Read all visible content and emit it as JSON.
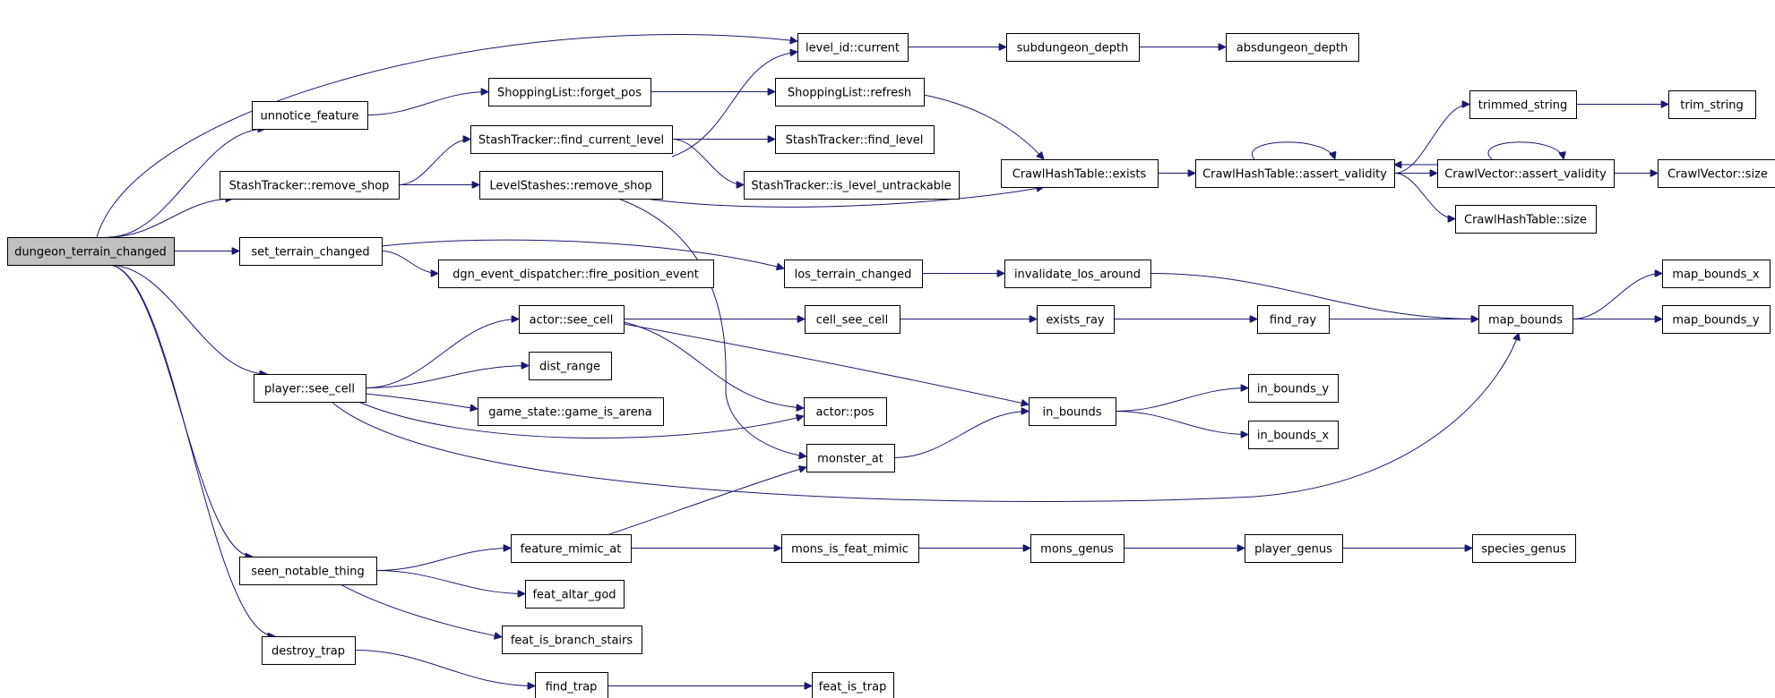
{
  "graph": {
    "edge_color": "#191970",
    "root_fill": "#bfbfbf",
    "nodes": [
      {
        "id": "dungeon_terrain_changed",
        "label": "dungeon_terrain_changed",
        "root": true
      },
      {
        "id": "level_id_current",
        "label": "level_id::current"
      },
      {
        "id": "subdungeon_depth",
        "label": "subdungeon_depth"
      },
      {
        "id": "absdungeon_depth",
        "label": "absdungeon_depth"
      },
      {
        "id": "unnotice_feature",
        "label": "unnotice_feature"
      },
      {
        "id": "sl_forget_pos",
        "label": "ShoppingList::forget_pos"
      },
      {
        "id": "sl_refresh",
        "label": "ShoppingList::refresh"
      },
      {
        "id": "st_find_current_level",
        "label": "StashTracker::find_current_level"
      },
      {
        "id": "st_find_level",
        "label": "StashTracker::find_level"
      },
      {
        "id": "st_is_level_untrackable",
        "label": "StashTracker::is_level_untrackable"
      },
      {
        "id": "st_remove_shop",
        "label": "StashTracker::remove_shop"
      },
      {
        "id": "ls_remove_shop",
        "label": "LevelStashes::remove_shop"
      },
      {
        "id": "cht_exists",
        "label": "CrawlHashTable::exists"
      },
      {
        "id": "cht_assert_validity",
        "label": "CrawlHashTable::assert_validity"
      },
      {
        "id": "trimmed_string",
        "label": "trimmed_string"
      },
      {
        "id": "trim_string",
        "label": "trim_string"
      },
      {
        "id": "cv_assert_validity",
        "label": "CrawlVector::assert_validity"
      },
      {
        "id": "cv_size",
        "label": "CrawlVector::size"
      },
      {
        "id": "cht_size",
        "label": "CrawlHashTable::size"
      },
      {
        "id": "set_terrain_changed",
        "label": "set_terrain_changed"
      },
      {
        "id": "fire_position_event",
        "label": "dgn_event_dispatcher::fire_position_event"
      },
      {
        "id": "los_terrain_changed",
        "label": "los_terrain_changed"
      },
      {
        "id": "invalidate_los_around",
        "label": "invalidate_los_around"
      },
      {
        "id": "map_bounds",
        "label": "map_bounds"
      },
      {
        "id": "map_bounds_x",
        "label": "map_bounds_x"
      },
      {
        "id": "map_bounds_y",
        "label": "map_bounds_y"
      },
      {
        "id": "actor_see_cell",
        "label": "actor::see_cell"
      },
      {
        "id": "cell_see_cell",
        "label": "cell_see_cell"
      },
      {
        "id": "exists_ray",
        "label": "exists_ray"
      },
      {
        "id": "find_ray",
        "label": "find_ray"
      },
      {
        "id": "dist_range",
        "label": "dist_range"
      },
      {
        "id": "player_see_cell",
        "label": "player::see_cell"
      },
      {
        "id": "game_is_arena",
        "label": "game_state::game_is_arena"
      },
      {
        "id": "actor_pos",
        "label": "actor::pos"
      },
      {
        "id": "in_bounds",
        "label": "in_bounds"
      },
      {
        "id": "in_bounds_y",
        "label": "in_bounds_y"
      },
      {
        "id": "in_bounds_x",
        "label": "in_bounds_x"
      },
      {
        "id": "monster_at",
        "label": "monster_at"
      },
      {
        "id": "feature_mimic_at",
        "label": "feature_mimic_at"
      },
      {
        "id": "mons_is_feat_mimic",
        "label": "mons_is_feat_mimic"
      },
      {
        "id": "mons_genus",
        "label": "mons_genus"
      },
      {
        "id": "player_genus",
        "label": "player_genus"
      },
      {
        "id": "species_genus",
        "label": "species_genus"
      },
      {
        "id": "seen_notable_thing",
        "label": "seen_notable_thing"
      },
      {
        "id": "feat_altar_god",
        "label": "feat_altar_god"
      },
      {
        "id": "feat_is_branch_stairs",
        "label": "feat_is_branch_stairs"
      },
      {
        "id": "destroy_trap",
        "label": "destroy_trap"
      },
      {
        "id": "find_trap",
        "label": "find_trap"
      },
      {
        "id": "feat_is_trap",
        "label": "feat_is_trap"
      }
    ],
    "edges": [
      [
        "dungeon_terrain_changed",
        "level_id_current"
      ],
      [
        "dungeon_terrain_changed",
        "unnotice_feature"
      ],
      [
        "dungeon_terrain_changed",
        "st_remove_shop"
      ],
      [
        "dungeon_terrain_changed",
        "set_terrain_changed"
      ],
      [
        "dungeon_terrain_changed",
        "player_see_cell"
      ],
      [
        "dungeon_terrain_changed",
        "seen_notable_thing"
      ],
      [
        "dungeon_terrain_changed",
        "destroy_trap"
      ],
      [
        "level_id_current",
        "subdungeon_depth"
      ],
      [
        "subdungeon_depth",
        "absdungeon_depth"
      ],
      [
        "unnotice_feature",
        "sl_forget_pos"
      ],
      [
        "sl_forget_pos",
        "sl_refresh"
      ],
      [
        "sl_refresh",
        "cht_exists"
      ],
      [
        "st_remove_shop",
        "st_find_current_level"
      ],
      [
        "st_remove_shop",
        "ls_remove_shop"
      ],
      [
        "st_find_current_level",
        "level_id_current"
      ],
      [
        "st_find_current_level",
        "st_find_level"
      ],
      [
        "st_find_current_level",
        "st_is_level_untrackable"
      ],
      [
        "ls_remove_shop",
        "cht_exists"
      ],
      [
        "ls_remove_shop",
        "monster_at"
      ],
      [
        "cht_exists",
        "cht_assert_validity"
      ],
      [
        "cht_assert_validity",
        "cht_assert_validity"
      ],
      [
        "cht_assert_validity",
        "trimmed_string"
      ],
      [
        "cht_assert_validity",
        "cv_assert_validity"
      ],
      [
        "cht_assert_validity",
        "cht_size"
      ],
      [
        "trimmed_string",
        "trim_string"
      ],
      [
        "cv_assert_validity",
        "cv_assert_validity"
      ],
      [
        "cv_assert_validity",
        "cht_assert_validity"
      ],
      [
        "cv_assert_validity",
        "cv_size"
      ],
      [
        "set_terrain_changed",
        "fire_position_event"
      ],
      [
        "set_terrain_changed",
        "los_terrain_changed"
      ],
      [
        "los_terrain_changed",
        "invalidate_los_around"
      ],
      [
        "invalidate_los_around",
        "map_bounds"
      ],
      [
        "map_bounds",
        "map_bounds_x"
      ],
      [
        "map_bounds",
        "map_bounds_y"
      ],
      [
        "player_see_cell",
        "actor_see_cell"
      ],
      [
        "player_see_cell",
        "dist_range"
      ],
      [
        "player_see_cell",
        "game_is_arena"
      ],
      [
        "player_see_cell",
        "actor_pos"
      ],
      [
        "player_see_cell",
        "map_bounds"
      ],
      [
        "actor_see_cell",
        "cell_see_cell"
      ],
      [
        "actor_see_cell",
        "actor_pos"
      ],
      [
        "actor_see_cell",
        "in_bounds"
      ],
      [
        "cell_see_cell",
        "exists_ray"
      ],
      [
        "exists_ray",
        "find_ray"
      ],
      [
        "find_ray",
        "map_bounds"
      ],
      [
        "in_bounds",
        "in_bounds_y"
      ],
      [
        "in_bounds",
        "in_bounds_x"
      ],
      [
        "monster_at",
        "in_bounds"
      ],
      [
        "seen_notable_thing",
        "feature_mimic_at"
      ],
      [
        "seen_notable_thing",
        "feat_altar_god"
      ],
      [
        "seen_notable_thing",
        "feat_is_branch_stairs"
      ],
      [
        "feature_mimic_at",
        "monster_at"
      ],
      [
        "feature_mimic_at",
        "mons_is_feat_mimic"
      ],
      [
        "mons_is_feat_mimic",
        "mons_genus"
      ],
      [
        "mons_genus",
        "player_genus"
      ],
      [
        "player_genus",
        "species_genus"
      ],
      [
        "destroy_trap",
        "find_trap"
      ],
      [
        "find_trap",
        "feat_is_trap"
      ]
    ]
  }
}
